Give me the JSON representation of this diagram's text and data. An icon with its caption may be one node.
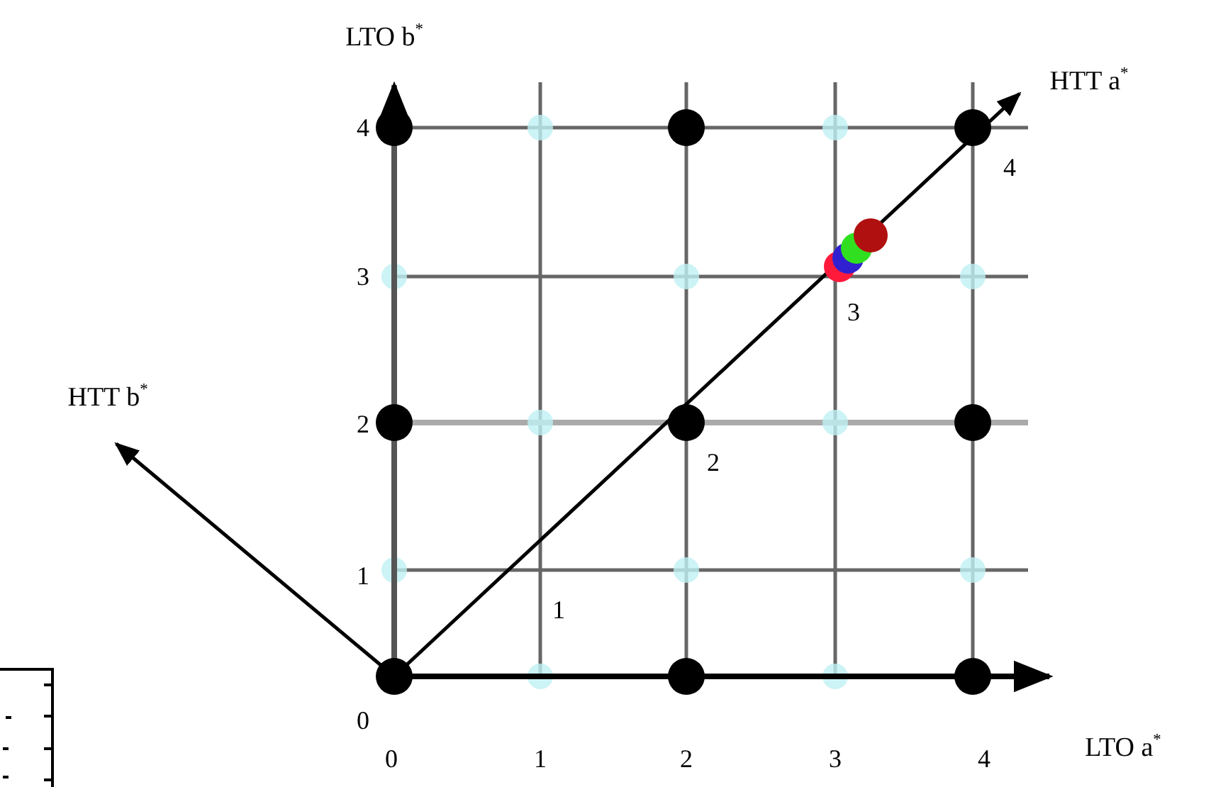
{
  "diagram": {
    "labels": [
      "LTO b$^{*}$",
      "HTT a$^{*}$",
      "4",
      "4",
      "3",
      "3",
      "HTT b$^{*}$",
      "2",
      "2",
      "1",
      "1",
      "0",
      "0",
      "1",
      "2",
      "3",
      "4",
      "LTO a$^{*}$"
    ]
  }
}
